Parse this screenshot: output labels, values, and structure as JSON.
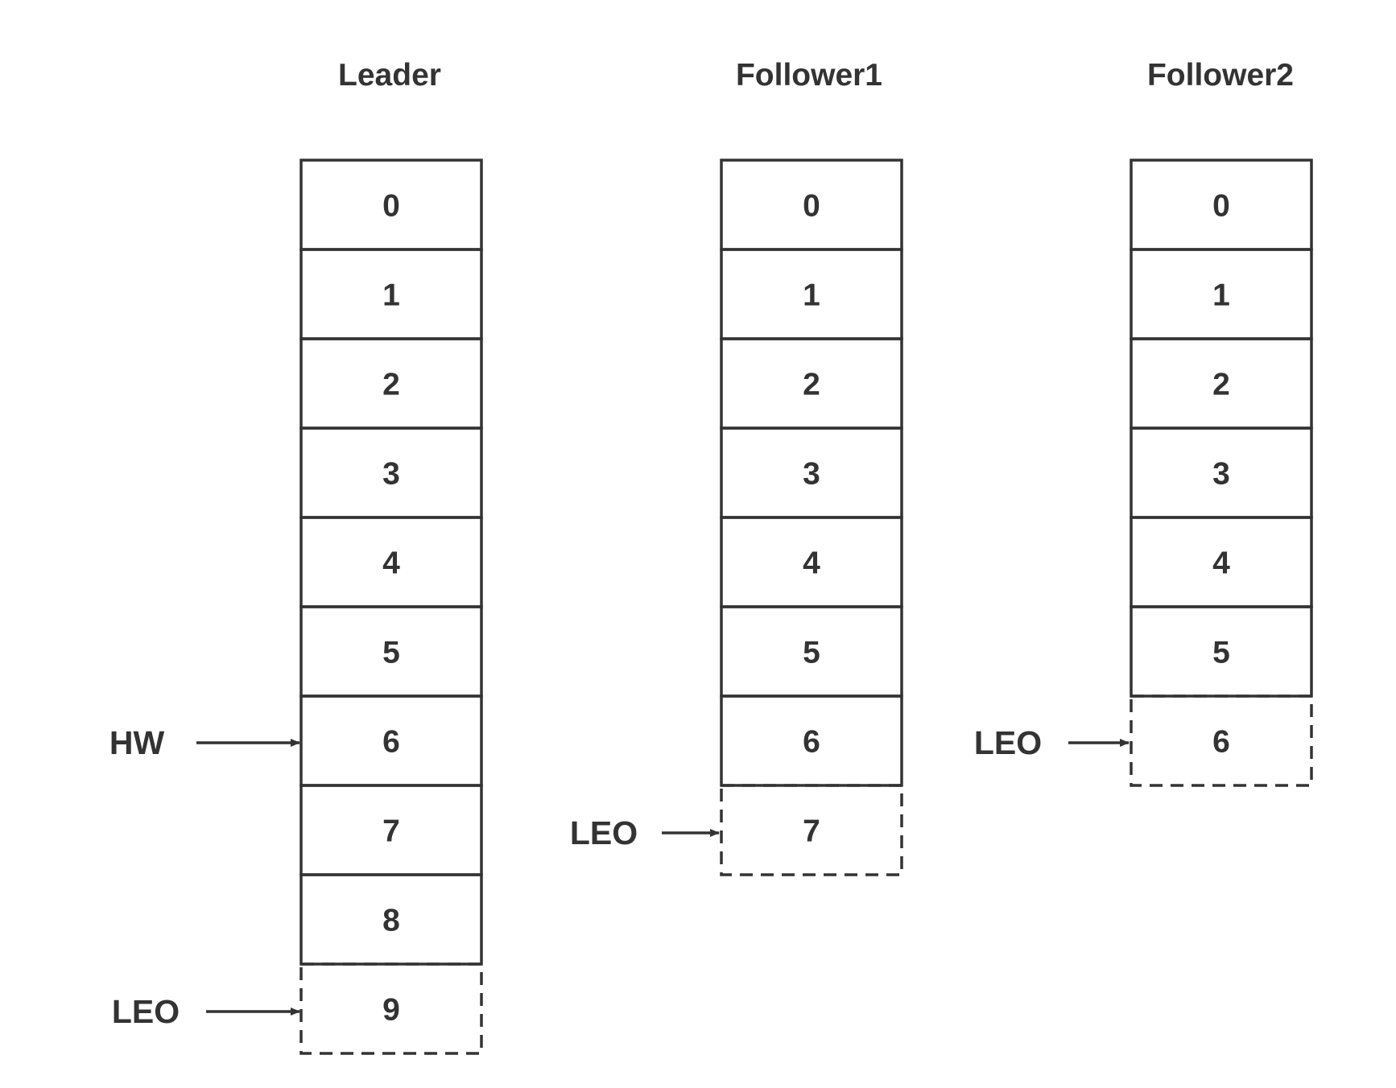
{
  "replicas": [
    {
      "title": "Leader",
      "offsets": [
        "0",
        "1",
        "2",
        "3",
        "4",
        "5",
        "6",
        "7",
        "8",
        "9"
      ],
      "pending_offset": "9",
      "pointers": [
        {
          "label": "HW",
          "offset": "6"
        },
        {
          "label": "LEO",
          "offset": "9"
        }
      ]
    },
    {
      "title": "Follower1",
      "offsets": [
        "0",
        "1",
        "2",
        "3",
        "4",
        "5",
        "6",
        "7"
      ],
      "pending_offset": "7",
      "pointers": [
        {
          "label": "LEO",
          "offset": "7"
        }
      ]
    },
    {
      "title": "Follower2",
      "offsets": [
        "0",
        "1",
        "2",
        "3",
        "4",
        "5",
        "6"
      ],
      "pending_offset": "6",
      "pointers": [
        {
          "label": "LEO",
          "offset": "6"
        }
      ]
    }
  ],
  "colors": {
    "stroke": "#333333",
    "text": "#333333",
    "background": "#ffffff"
  }
}
